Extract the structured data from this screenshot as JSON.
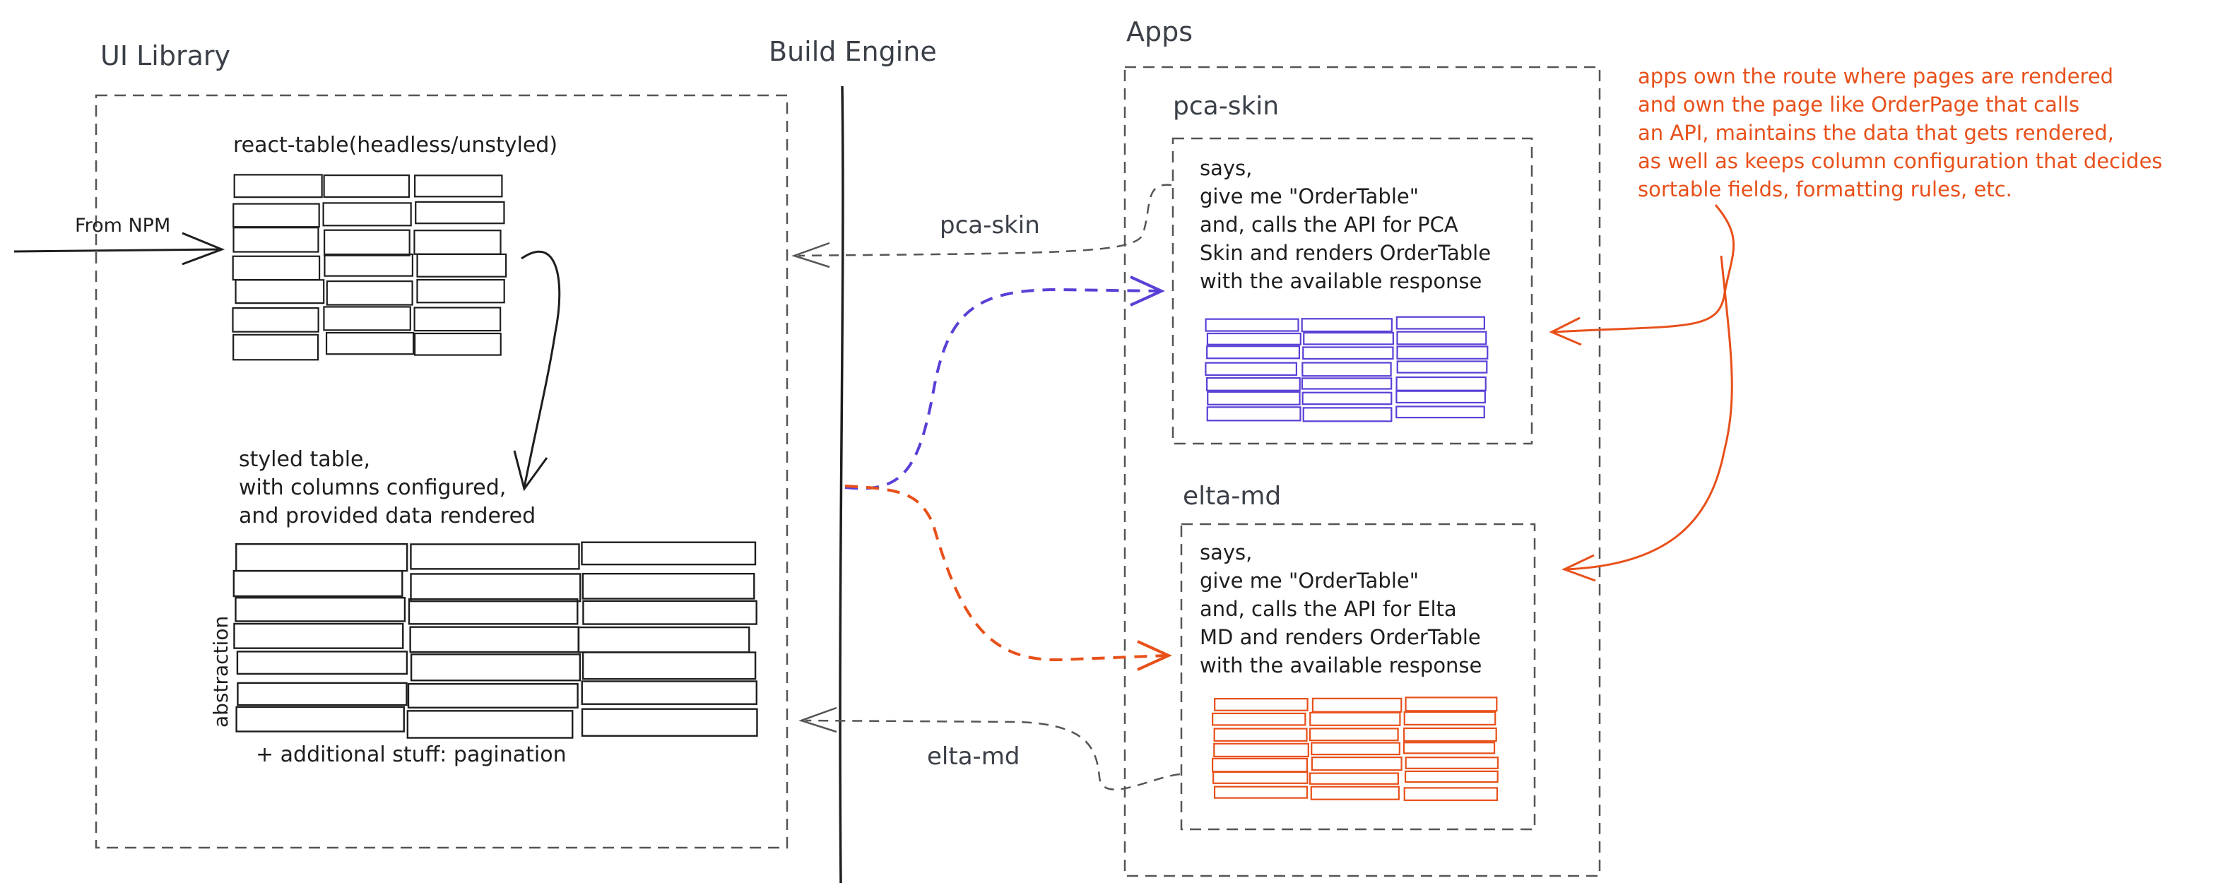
{
  "labels": {
    "ui_library": "UI Library",
    "build_engine": "Build Engine",
    "apps": "Apps",
    "react_table": "react-table(headless/unstyled)",
    "from_npm": "From NPM",
    "styled_table": [
      "styled table,",
      "with columns configured,",
      "and provided data rendered"
    ],
    "abstraction": "abstraction",
    "additional": "+ additional stuff: pagination",
    "pca_skin_arrow": "pca-skin",
    "elta_md_arrow": "elta-md"
  },
  "apps": [
    {
      "name": "pca-skin",
      "says": [
        "says,",
        "give me \"OrderTable\"",
        "and, calls the API for PCA",
        "Skin and renders OrderTable",
        "with the available response"
      ],
      "color": "#5b3fd6"
    },
    {
      "name": "elta-md",
      "says": [
        "says,",
        "give me \"OrderTable\"",
        "and, calls the API for Elta",
        "MD and renders OrderTable",
        "with the available response"
      ],
      "color": "#e8501a"
    }
  ],
  "note": [
    "apps own the route where pages are rendered",
    "and own the page like OrderPage that calls",
    "an API, maintains the data that gets rendered,",
    "as well as keeps column configuration that decides",
    "sortable fields, formatting rules, etc."
  ],
  "colors": {
    "ink": "#1e1e1e",
    "pca": "#5b3fd6",
    "elta": "#e8501a",
    "note": "#e8501a",
    "box": "#555555"
  }
}
